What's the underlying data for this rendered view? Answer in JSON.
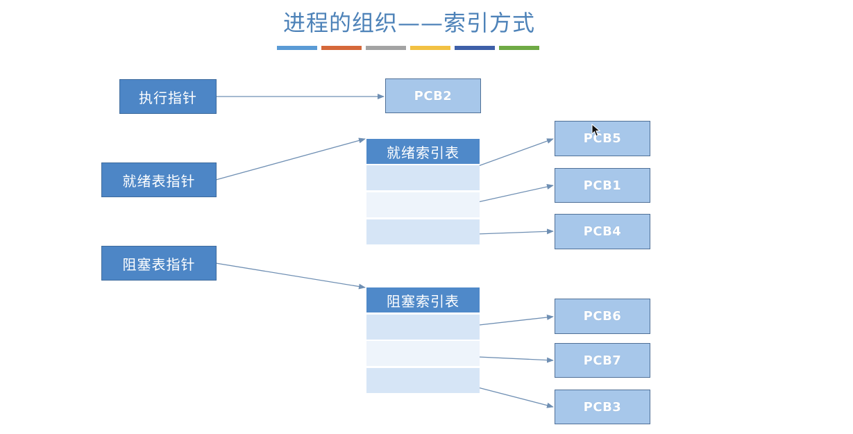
{
  "title": "进程的组织——索引方式",
  "palette": [
    "#5a9bd5",
    "#d5683a",
    "#a3a3a3",
    "#f2c143",
    "#3e5fa8",
    "#6faa45"
  ],
  "pointers": {
    "exec": "执行指针",
    "ready": "就绪表指针",
    "blocked": "阻塞表指针"
  },
  "tables": {
    "ready_title": "就绪索引表",
    "blocked_title": "阻塞索引表"
  },
  "pcbs": {
    "running": "PCB2",
    "ready": [
      "PCB5",
      "PCB1",
      "PCB4"
    ],
    "blocked": [
      "PCB6",
      "PCB7",
      "PCB3"
    ]
  },
  "colors": {
    "pointer_box": "#4d86c6",
    "pcb_box": "#a7c7ea",
    "table_header": "#4f89c9",
    "arrow": "#6f8fb3"
  }
}
